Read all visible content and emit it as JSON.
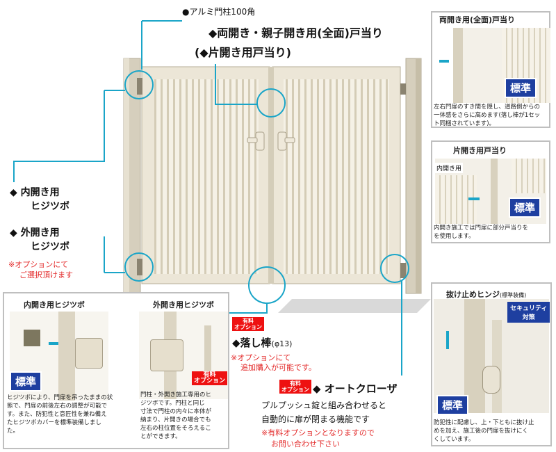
{
  "post_label": "●アルミ門柱100角",
  "stopper": {
    "line1": "◆両開き・親子開き用(全面)戸当り",
    "line2": "(◆片開き用戸当り)"
  },
  "hinge_inner": {
    "l1": "◆ 内開き用",
    "l2": "ヒジツボ"
  },
  "hinge_outer": {
    "l1": "◆ 外開き用",
    "l2": "ヒジツボ"
  },
  "hinge_option_note": {
    "l1": "※オプションにて",
    "l2": "ご選択頂けます"
  },
  "drop_bar": {
    "badge": {
      "l1": "有料",
      "l2": "オプション"
    },
    "title": "◆落し棒",
    "size": "(φ13)",
    "note1": "※オプションにて",
    "note2": "追加購入が可能です。"
  },
  "closer": {
    "badge": {
      "l1": "有料",
      "l2": "オプション"
    },
    "title": "◆ オートクローザ",
    "desc1": "プルプッシュ錠と組み合わせると",
    "desc2": "自動的に扉が閉まる機能です",
    "note1": "※有料オプションとなりますので",
    "note2": "お問い合わせ下さい"
  },
  "panel_full_stop": {
    "title": "両開き用(全面)戸当り",
    "badge": "標準",
    "caption": [
      "左右門扉のすき間を隠し、道路側からの",
      "一体感をさらに高めます(落し棒が1セッ",
      "ト同梱されています)。"
    ]
  },
  "panel_single_stop": {
    "title": "片開き用戸当り",
    "tag": "内開き用",
    "badge": "標準",
    "caption": [
      "内開き施工では門扉に部分戸当りを",
      "を使用します。"
    ]
  },
  "panel_hinges": {
    "title_inner": "内開き用ヒジツボ",
    "title_outer": "外開き用ヒジツボ",
    "badge_std": "標準",
    "badge_opt": {
      "l1": "有料",
      "l2": "オプション"
    },
    "caption_left": [
      "ヒジツボにより、門扉を吊ったままの状",
      "態で、門扉の前後左右の調整が可能で",
      "す。また、防犯性と意匠性を兼ね備え",
      "たヒジツボカバーを標準装備しまし",
      "た。"
    ],
    "caption_right": [
      "門柱・外開き施工専用のヒ",
      "ジツボです。門柱と同じ",
      "寸法で門柱の内々に本体が",
      "納まり、片開きの場合でも",
      "左右の柱位置をそろえるこ",
      "とができます。"
    ]
  },
  "panel_hinge_lock": {
    "title": "抜け止めヒンジ",
    "title_note": "(標準装備)",
    "security": {
      "l1": "セキュリティ",
      "l2": "対策"
    },
    "badge": "標準",
    "caption": [
      "防犯性に配慮し、上・下ともに抜け止",
      "めを加え、施工後の門扉を抜けにく",
      "くしています。"
    ]
  },
  "colors": {
    "leader": "#1aa5c8",
    "standard_badge": "#1e3fa0",
    "option_badge": "#e11111",
    "note_red": "#e32a2a"
  }
}
